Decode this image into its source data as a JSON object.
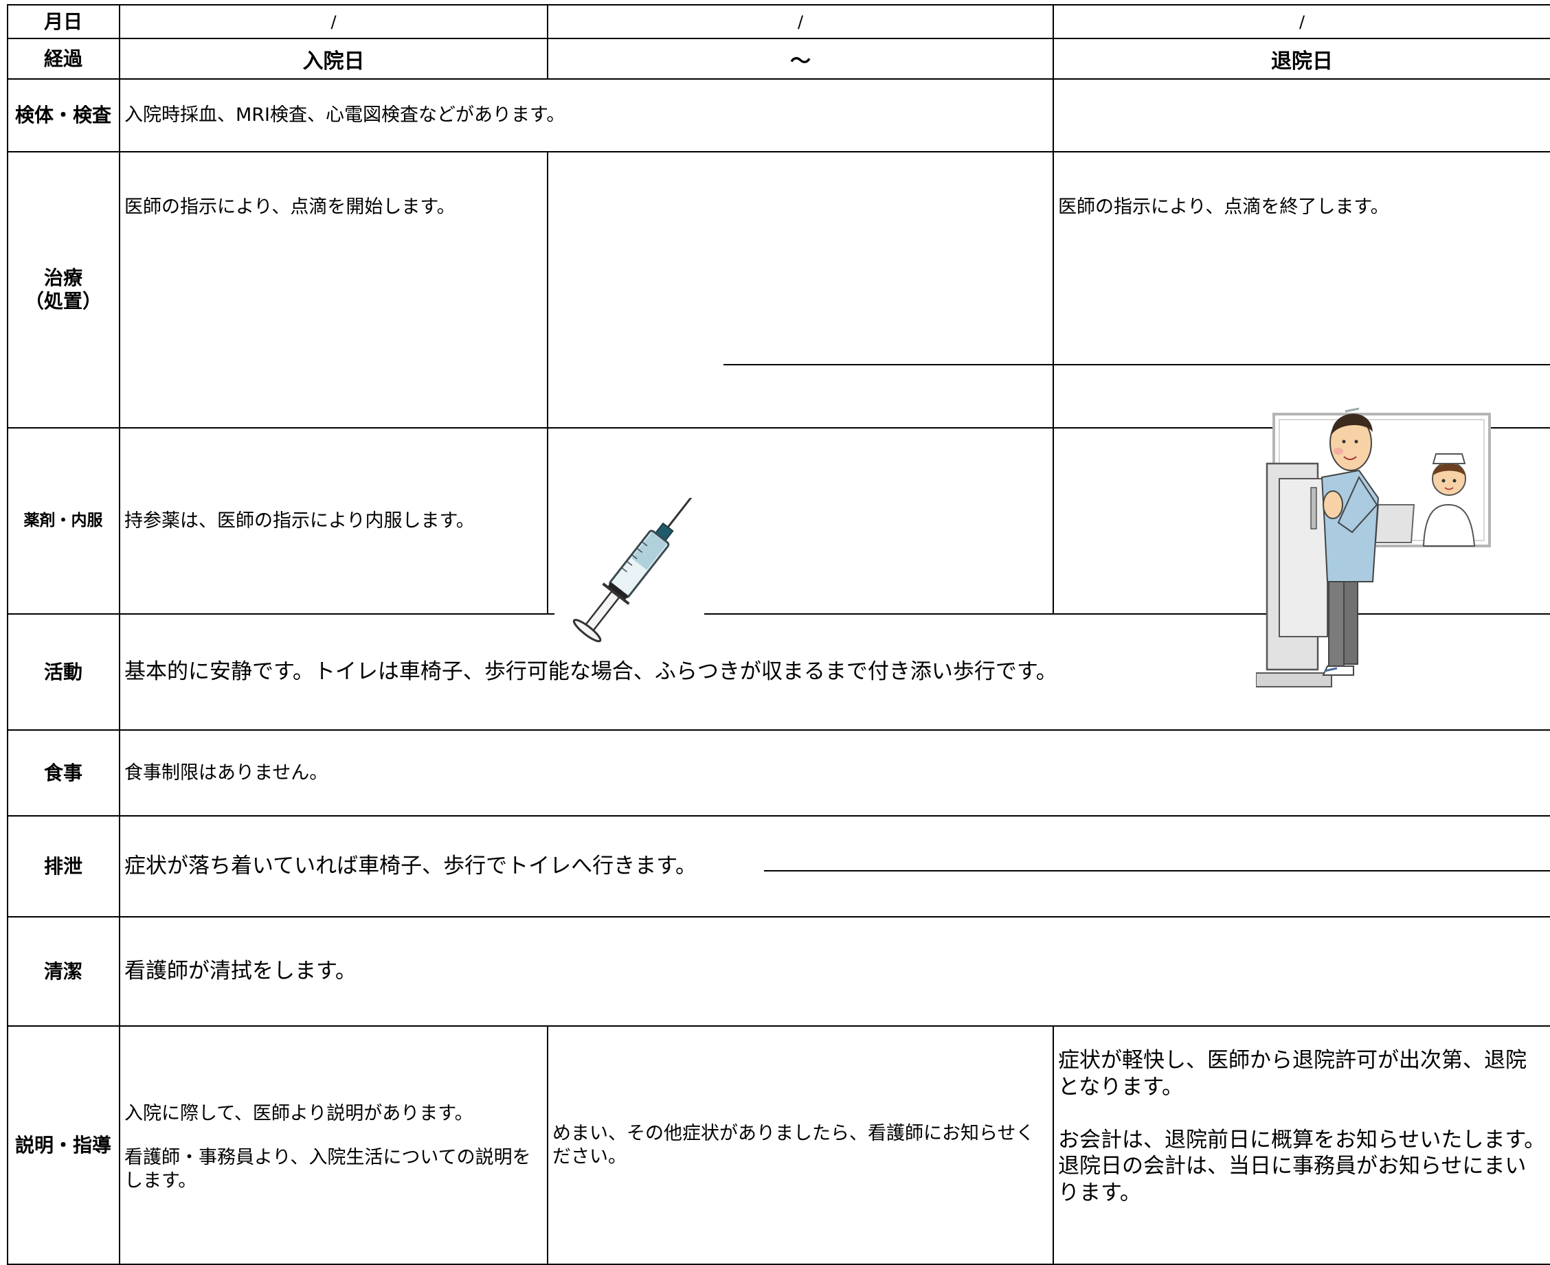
{
  "header": {
    "date_label": "月日",
    "date_col1": "/",
    "date_col2": "/",
    "date_col3": "/",
    "progress_label": "経過",
    "admission_day": "入院日",
    "middle": "～",
    "discharge_day": "退院日"
  },
  "rows": {
    "exam": {
      "label": "検体・検査",
      "text": "入院時採血、MRI検査、心電図検査などがあります。"
    },
    "treatment": {
      "label_line1": "治療",
      "label_line2": "（処置）",
      "admission": "医師の指示により、点滴を開始します。",
      "discharge": "医師の指示により、点滴を終了します。"
    },
    "medication": {
      "label": "薬剤・内服",
      "admission": "持参薬は、医師の指示により内服します。"
    },
    "activity": {
      "label": "活動",
      "text": "基本的に安静です。トイレは車椅子、歩行可能な場合、ふらつきが収まるまで付き添い歩行です。"
    },
    "meal": {
      "label": "食事",
      "text": "食事制限はありません。"
    },
    "excretion": {
      "label": "排泄",
      "text": "症状が落ち着いていれば車椅子、歩行でトイレへ行きます。"
    },
    "hygiene": {
      "label": "清潔",
      "text": "看護師が清拭をします。"
    },
    "explanation": {
      "label": "説明・指導",
      "admission_p1": "入院に際して、医師より説明があります。",
      "admission_p2": "看護師・事務員より、入院生活についての説明をします。",
      "middle": "めまい、その他症状がありましたら、看護師にお知らせください。",
      "discharge_p1": "症状が軽快し、医師から退院許可が出次第、退院となります。",
      "discharge_p2": "お会計は、退院前日に概算をお知らせいたします。退院日の会計は、当日に事務員がお知らせにまいります。"
    }
  },
  "illustrations": {
    "syringe": "syringe-illustration",
    "reception": "discharge-reception-illustration"
  }
}
